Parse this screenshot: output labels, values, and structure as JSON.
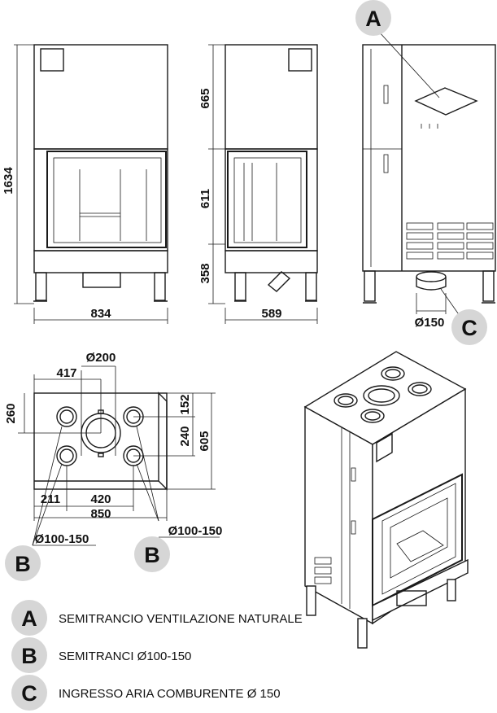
{
  "dimensions": {
    "front_width": "834",
    "total_height": "1634",
    "top_section": "665",
    "opening_height": "611",
    "base_height": "358",
    "side_depth": "589",
    "side_inlet": "Ø150",
    "top_offset": "417",
    "top_center_dia": "Ø200",
    "top_y1": "260",
    "top_y2": "152",
    "top_y3": "240",
    "top_depth": "605",
    "top_x1": "211",
    "top_x2": "420",
    "top_width": "850",
    "top_side_dia_left": "Ø100-150",
    "top_side_dia_right": "Ø100-150"
  },
  "labels": {
    "A": "A",
    "B": "B",
    "C": "C"
  },
  "legend": [
    {
      "letter": "A",
      "text": "SEMITRANCIO VENTILAZIONE NATURALE"
    },
    {
      "letter": "B",
      "text": "SEMITRANCI Ø100-150"
    },
    {
      "letter": "C",
      "text": "INGRESSO ARIA COMBURENTE Ø 150"
    }
  ]
}
